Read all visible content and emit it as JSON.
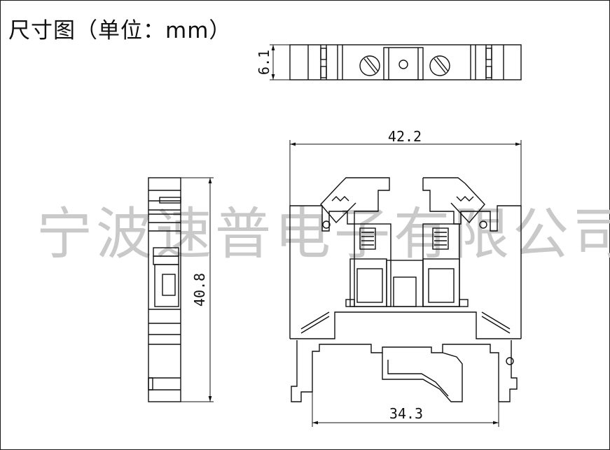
{
  "title": "尺寸图（单位：mm）",
  "watermark": "宁波速普电子有限公司",
  "dimensions": {
    "thickness": "6.1",
    "height": "40.8",
    "width": "42.2",
    "foot_width": "34.3"
  },
  "colors": {
    "line": "#111111",
    "watermark": "#c9c9c9"
  }
}
